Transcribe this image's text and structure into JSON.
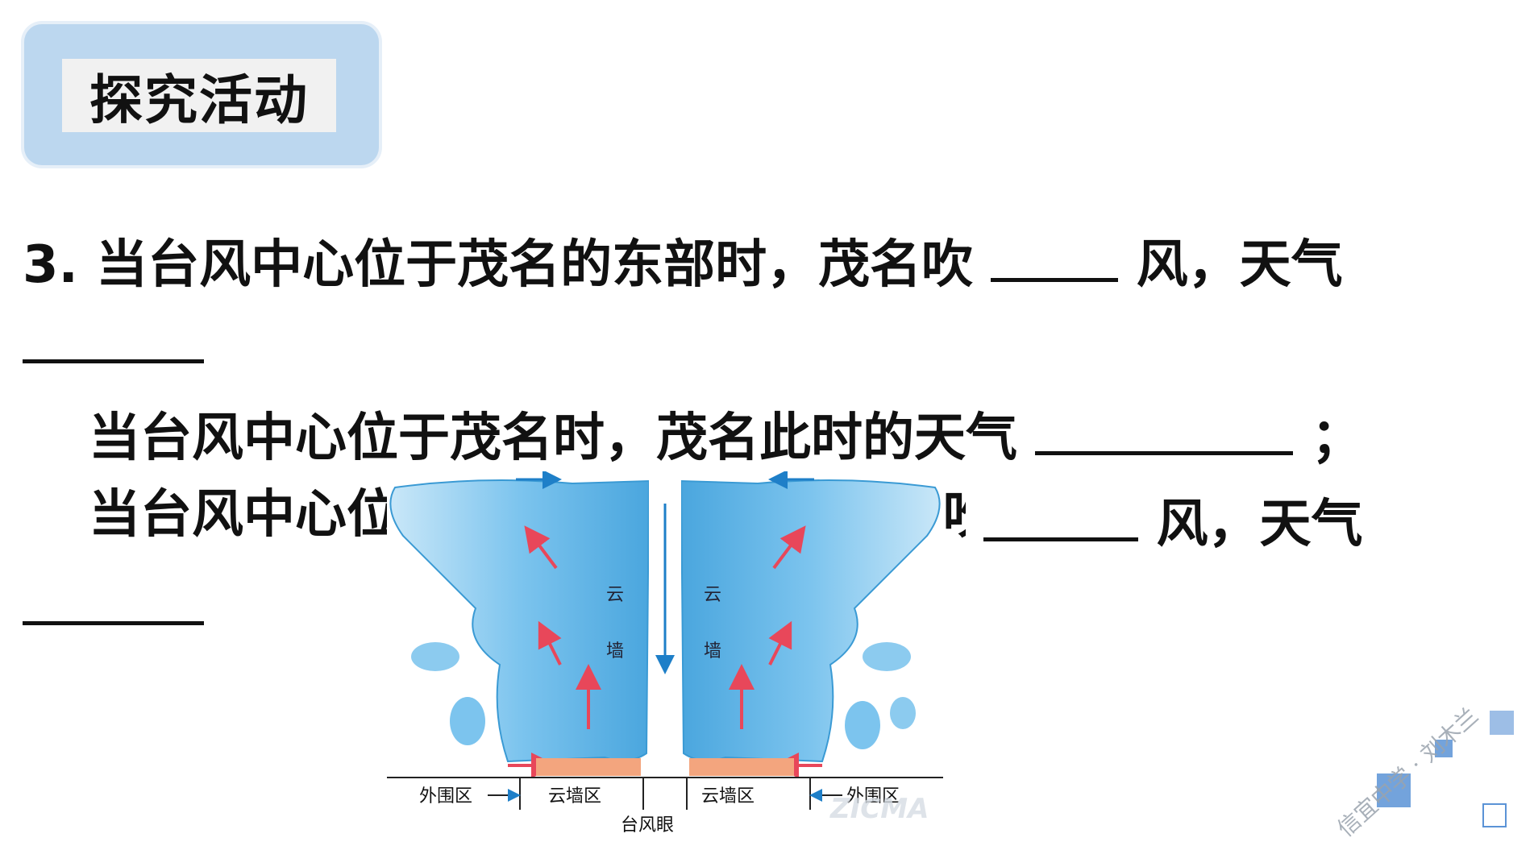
{
  "header": {
    "title": "探究活动"
  },
  "question": {
    "line1_a": "3. 当台风中心位于茂名的东部时，茂名吹",
    "line1_b": "风，天气",
    "line2_a": "当台风中心位于茂名时，茂名此时的天气",
    "line2_b": "；",
    "line3_a": "当台风中心位",
    "line3_partial": "吹",
    "line3_b": "风，天气"
  },
  "diagram": {
    "label_cloud1": "云",
    "label_wall1": "墙",
    "label_cloud2": "云",
    "label_wall2": "墙",
    "zone_outer_left": "外围区",
    "zone_wall_left": "云墙区",
    "zone_wall_right": "云墙区",
    "zone_outer_right": "外围区",
    "zone_eye": "台风眼",
    "stamp": "ZICMA"
  },
  "watermark": {
    "text": "信宜中学 · 刘木兰"
  },
  "colors": {
    "header_bg": "#bcd7ef",
    "cloud": "#5fb4e6",
    "arrow_red": "#e8475a",
    "arrow_blue": "#1e7fc8",
    "base_orange": "#f3a57e"
  }
}
